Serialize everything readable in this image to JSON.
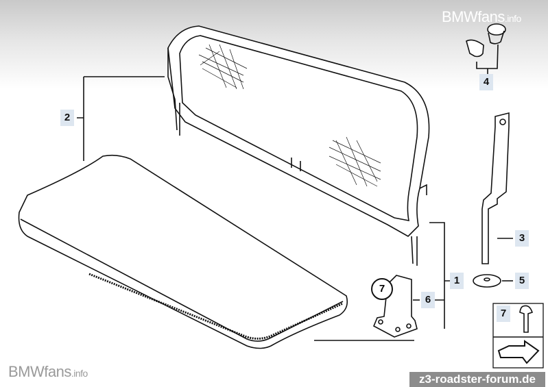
{
  "watermark_top": {
    "brand": "BMWfans",
    "suffix": ".info"
  },
  "watermark_bottom": {
    "brand": "BMWfans",
    "suffix": ".info"
  },
  "forum_banner": "z3-roadster-forum.de",
  "callouts": {
    "c1": "1",
    "c2": "2",
    "c3": "3",
    "c4": "4",
    "c5": "5",
    "c6": "6",
    "c7_circle": "7",
    "c7_box": "7"
  },
  "colors": {
    "label_bg": "#dde6f0",
    "line": "#111111"
  }
}
